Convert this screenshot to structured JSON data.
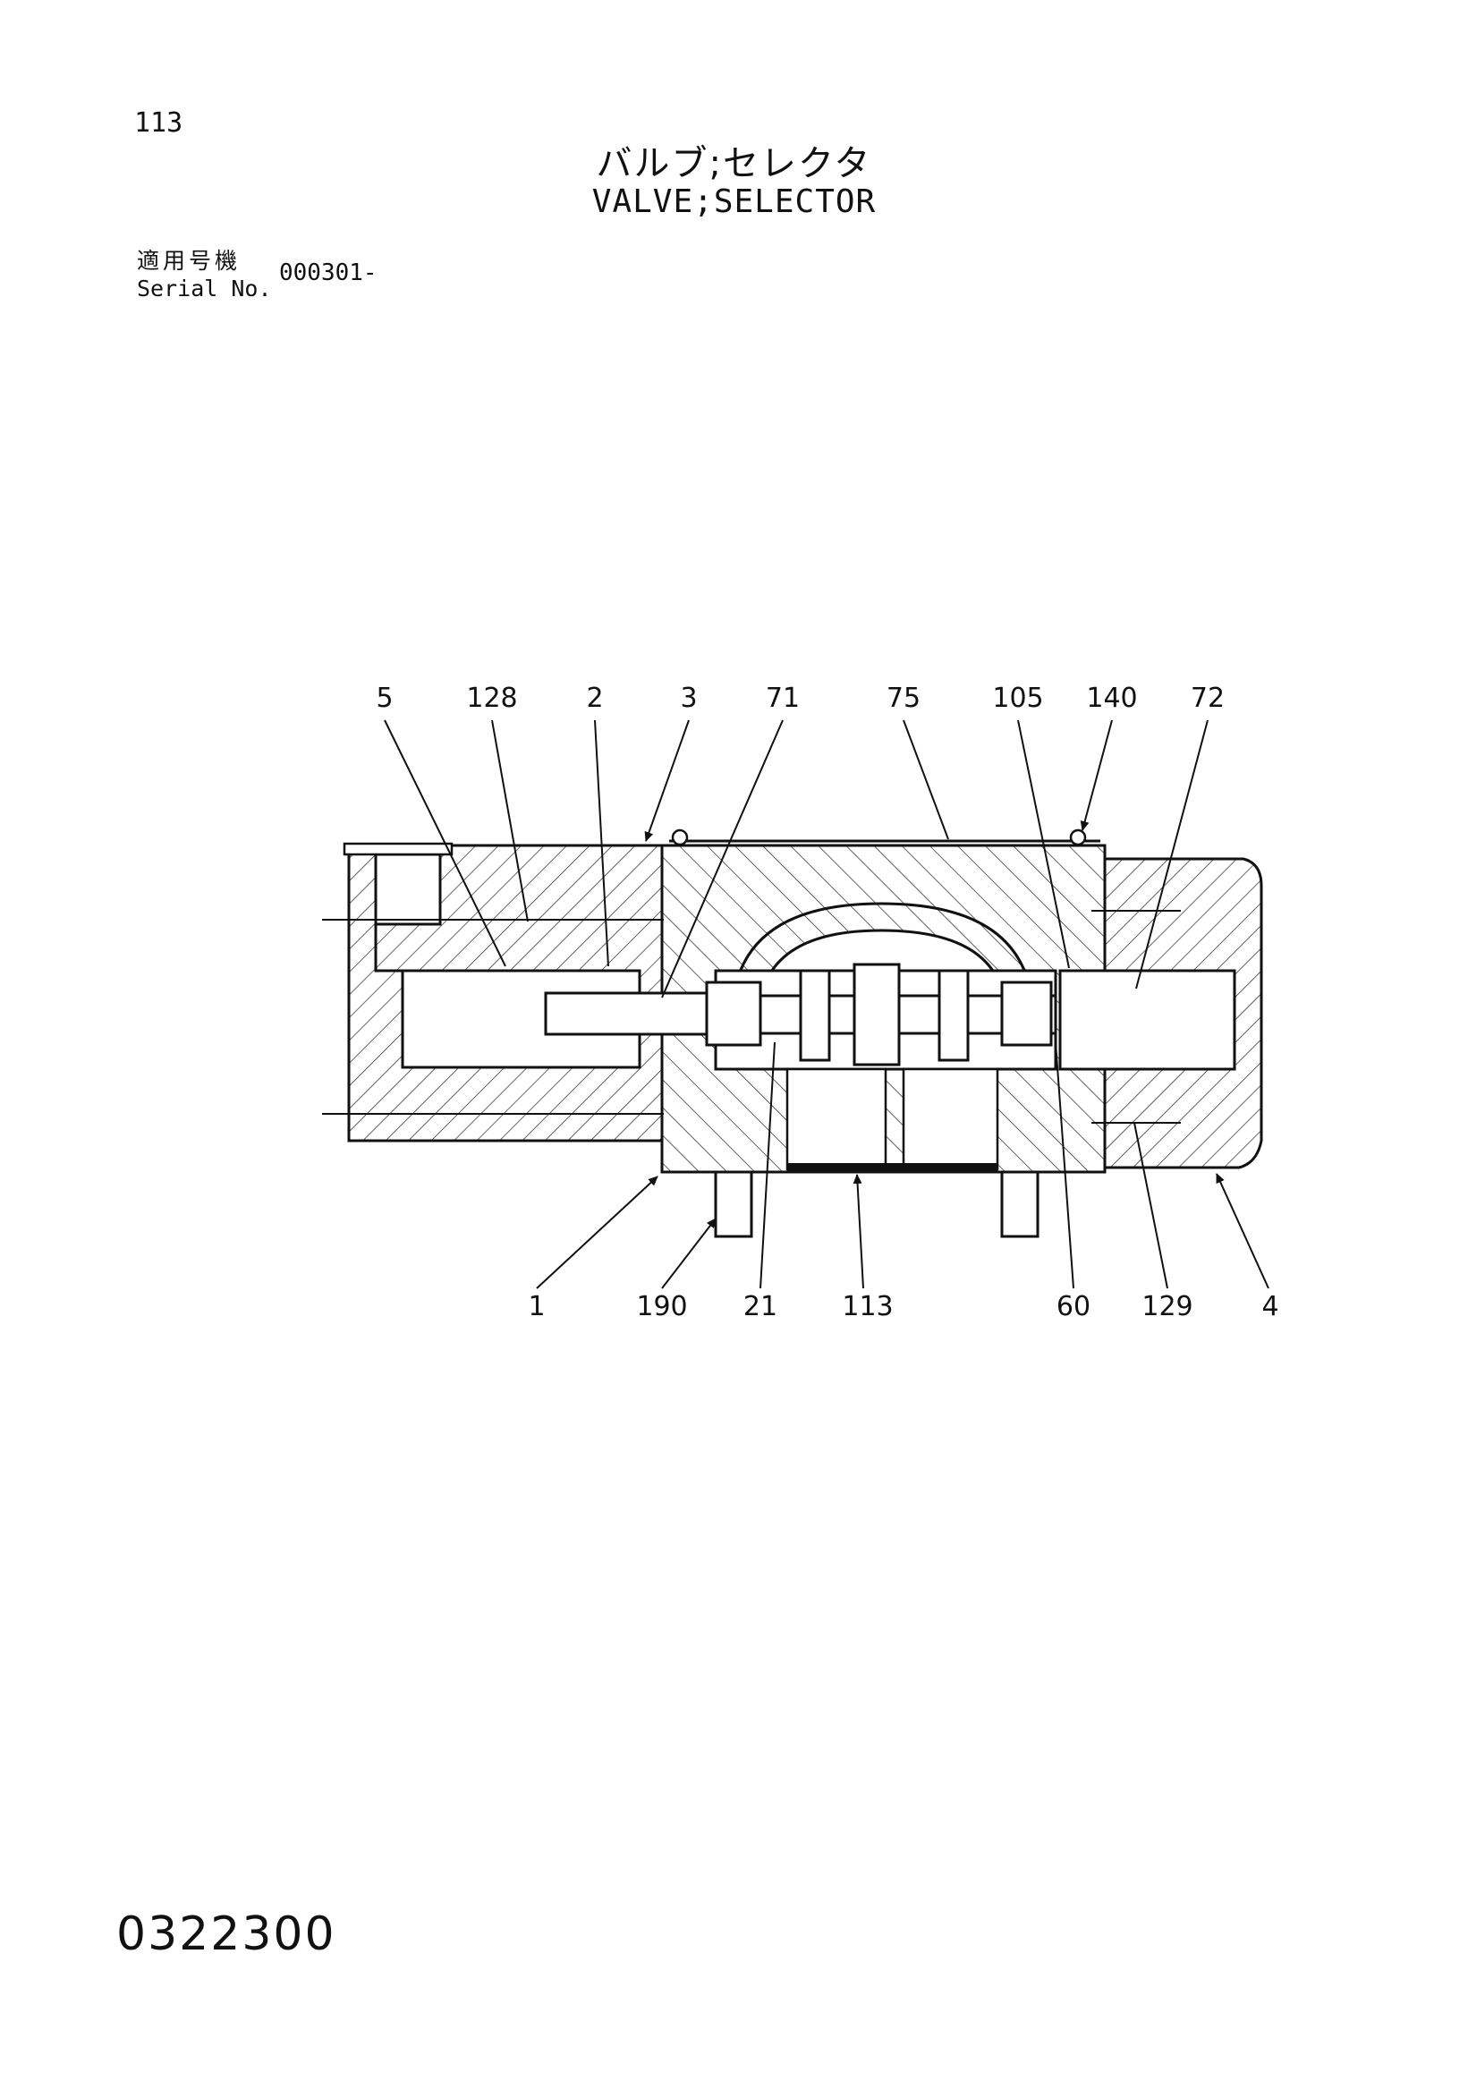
{
  "header": {
    "page_number": "113",
    "title_jp": "バルブ;セレクタ",
    "title_en": "VALVE;SELECTOR",
    "serial_label_jp": "適用号機",
    "serial_label_en": "Serial No.",
    "serial_value": "000301-"
  },
  "diagram": {
    "callouts_top": [
      {
        "id": "5",
        "label": "5"
      },
      {
        "id": "128",
        "label": "128"
      },
      {
        "id": "2",
        "label": "2"
      },
      {
        "id": "3",
        "label": "3"
      },
      {
        "id": "71",
        "label": "71"
      },
      {
        "id": "75",
        "label": "75"
      },
      {
        "id": "105",
        "label": "105"
      },
      {
        "id": "140",
        "label": "140"
      },
      {
        "id": "72",
        "label": "72"
      }
    ],
    "callouts_bottom": [
      {
        "id": "1",
        "label": "1"
      },
      {
        "id": "190",
        "label": "190"
      },
      {
        "id": "21",
        "label": "21"
      },
      {
        "id": "113",
        "label": "113"
      },
      {
        "id": "60",
        "label": "60"
      },
      {
        "id": "129",
        "label": "129"
      },
      {
        "id": "4",
        "label": "4"
      }
    ]
  },
  "footer": {
    "drawing_number": "0322300"
  }
}
